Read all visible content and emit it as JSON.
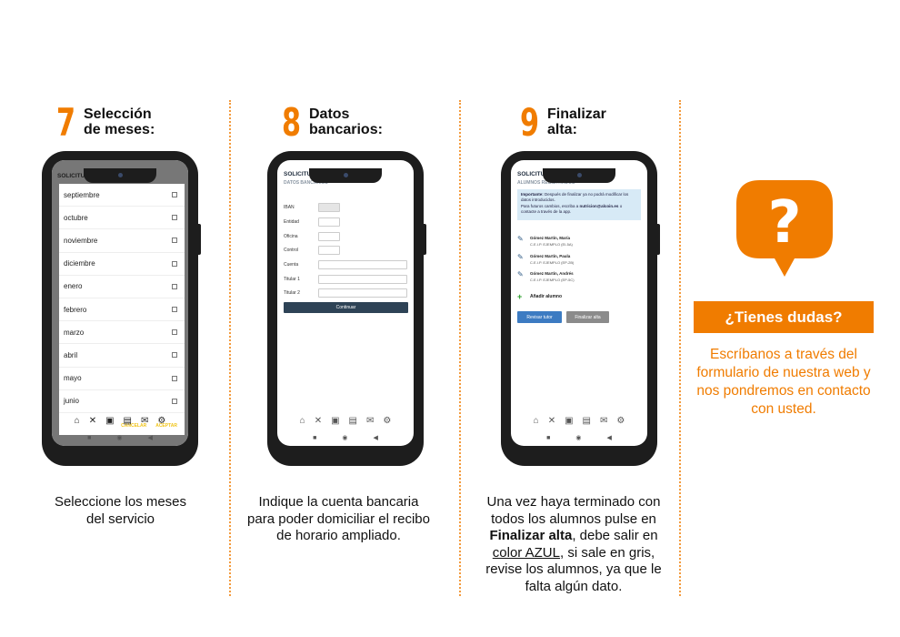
{
  "steps": [
    {
      "number": "7",
      "title_line1": "Selección",
      "title_line2": "de meses:"
    },
    {
      "number": "8",
      "title_line1": "Datos",
      "title_line2": "bancarios:"
    },
    {
      "number": "9",
      "title_line1": "Finalizar",
      "title_line2": "alta:"
    }
  ],
  "screen1": {
    "header": "SOLICITUD DE ALTA",
    "months": [
      "septiembre",
      "octubre",
      "noviembre",
      "diciembre",
      "enero",
      "febrero",
      "marzo",
      "abril",
      "mayo",
      "junio"
    ],
    "cancel_label": "CANCELAR",
    "accept_label": "ACEPTAR"
  },
  "screen2": {
    "title": "SOLICITUD DE ALTA",
    "subtitle": "DATOS BANCARIOS",
    "fields": [
      "IBAN",
      "Entidad",
      "Oficina",
      "Control",
      "Cuenta",
      "Titular 1",
      "Titular 2"
    ],
    "continue_label": "Continuar"
  },
  "screen3": {
    "title": "SOLICITUD DE ALTA",
    "subtitle": "ALUMNOS REGISTRADOS",
    "info_strong": "Importante:",
    "info_text1": " Después de finalizar ya no podrá modificar los datos introducidos.",
    "info_text2_pre": "Para futuros cambios, escriba a ",
    "info_email": "nutricion@alcoin.es",
    "info_text2_post": " o contacte a través de la app.",
    "students": [
      {
        "name": "Gómez Martín, María",
        "school": "C.E.I.P. EJEMPLO (EI-5A)"
      },
      {
        "name": "Gómez Martín, Paula",
        "school": "C.E.I.P. EJEMPLO (EP-2B)"
      },
      {
        "name": "Gómez Martín, Andrés",
        "school": "C.E.I.P. EJEMPLO (EP-5C)"
      }
    ],
    "add_label": "Añadir alumno",
    "review_label": "Revisar tutor",
    "finish_label": "Finalizar alta"
  },
  "captions": {
    "c1": "Seleccione los meses del servicio",
    "c2": "Indique la cuenta bancaria para poder domiciliar el recibo de horario ampliado.",
    "c3_a": "Una vez haya terminado con todos los alumnos pulse en ",
    "c3_b": "Finalizar alta",
    "c3_c": ", debe salir en ",
    "c3_d": "color AZUL",
    "c3_e": ", si sale en gris, revise los alumnos, ya que le falta algún dato."
  },
  "help": {
    "icon_glyph": "?",
    "banner": "¿Tienes dudas?",
    "text": "Escríbanos a través del formulario de nuestra web y nos pondremos en contacto con usted."
  },
  "icons": {
    "bottom_bar": [
      "home-icon",
      "tools-icon",
      "calendar-icon",
      "document-icon",
      "mail-icon",
      "gear-icon"
    ],
    "nav": [
      "square-icon",
      "circle-icon",
      "back-icon"
    ]
  },
  "colors": {
    "accent": "#f07c00",
    "primary": "#3c7bc2",
    "dark": "#2e4356",
    "disabled": "#8b8b8b"
  }
}
